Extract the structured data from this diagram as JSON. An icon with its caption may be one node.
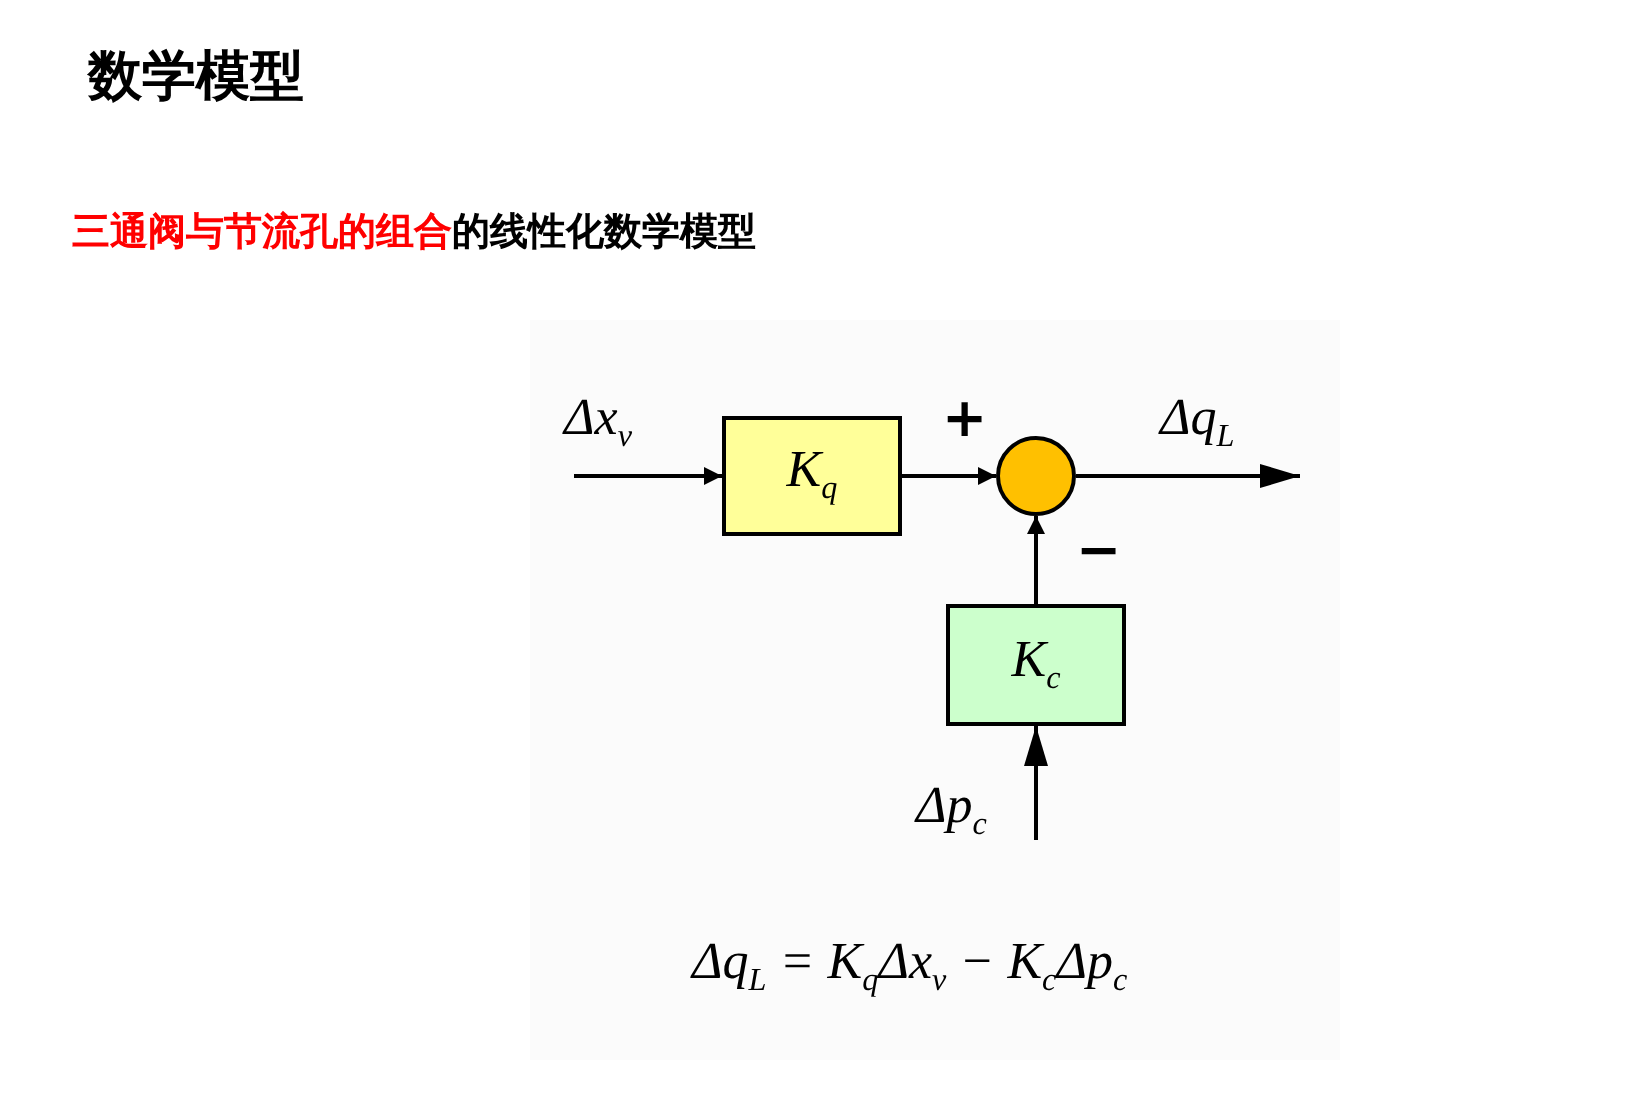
{
  "diagram": {
    "title": "数学模型",
    "caption": "**三通阀与节流孔的组合**的线性化数学模型",
    "nodes": [
      {
        "text": [
          "K$_{q}$"
        ]
      },
      {
        "text": [],
        "shape": "circle",
        "beside": [
          "+",
          "−"
        ]
      },
      {
        "text": [
          "K$_{c}$"
        ]
      }
    ],
    "edges": [
      {
        "from": null,
        "to": 0,
        "arrow": "to",
        "label": "Δx$_{v}$"
      },
      {
        "from": 0,
        "to": 1,
        "arrow": "to"
      },
      {
        "from": 1,
        "to": null,
        "arrow": "to",
        "label": "Δq$_{L}$"
      },
      {
        "from": null,
        "to": 2,
        "arrow": "to",
        "label": "Δp$_{c}$"
      },
      {
        "from": 2,
        "to": 1,
        "arrow": "to"
      }
    ],
    "labels": [
      "Δq$_{L}$ = K$_{q}$Δx$_{v}$ − K$_{c}$Δp$_{c}$"
    ]
  }
}
